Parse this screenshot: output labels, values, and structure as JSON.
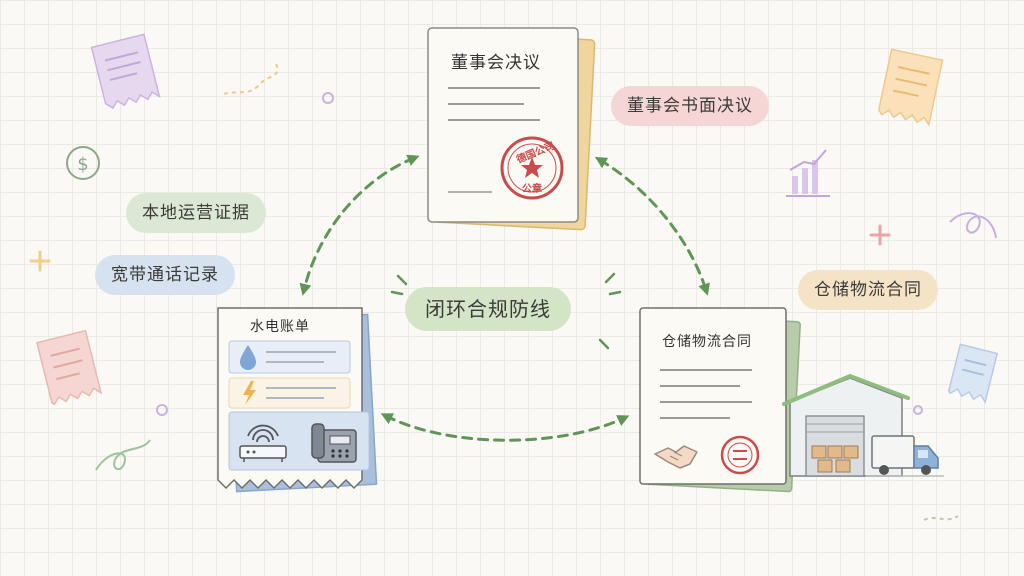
{
  "labels": {
    "board_written_resolution": "董事会书面决议",
    "local_operation_evidence": "本地运营证据",
    "broadband_call_records": "宽带通话记录",
    "warehouse_logistics_contract": "仓储物流合同",
    "closed_loop_defense": "闭环合规防线"
  },
  "documents": {
    "resolution": {
      "title": "董事会决议",
      "seal_top": "德国公司",
      "seal_bottom": "公章"
    },
    "utility_bill": {
      "title": "水电账单"
    },
    "contract": {
      "title": "仓储物流合同"
    }
  },
  "colors": {
    "arrow": "#5f9556",
    "seal": "#c94c4c",
    "paper": "#fbfaf5",
    "resolution_back": "#f0d59c",
    "bill_back": "#a9bfdb",
    "contract_back": "#b6ccaa"
  },
  "icons": [
    "water-drop-icon",
    "lightning-icon",
    "wifi-router-icon",
    "telephone-icon",
    "handshake-icon",
    "seal-icon",
    "warehouse-icon",
    "truck-icon",
    "dollar-icon",
    "bar-chart-icon"
  ]
}
